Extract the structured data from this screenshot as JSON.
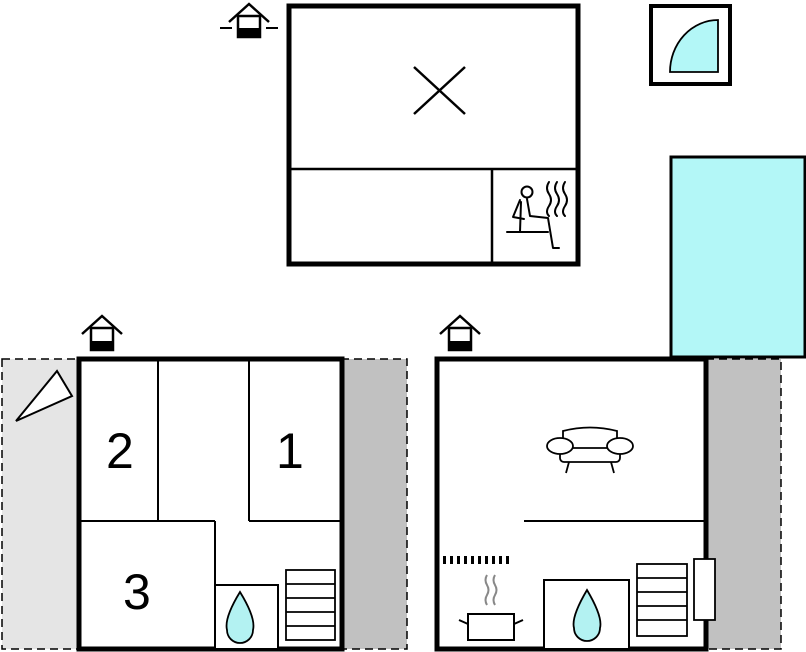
{
  "floorplan": {
    "room_numbers": [
      "1",
      "2",
      "3"
    ],
    "colors": {
      "wall": "#000000",
      "pool": "#b3f7f7",
      "water_drop": "#b3f2f2",
      "terrace_dark": "#c1c1c1",
      "terrace_light": "#e5e5e5",
      "background": "#ffffff"
    },
    "icons": [
      "entrance-house-icon",
      "shower-icon",
      "sauna-icon",
      "bedroom-x-icon",
      "sofa-icon",
      "cooking-pot-icon",
      "water-drop-icon",
      "stairs-icon",
      "compass-triangle-icon"
    ]
  }
}
